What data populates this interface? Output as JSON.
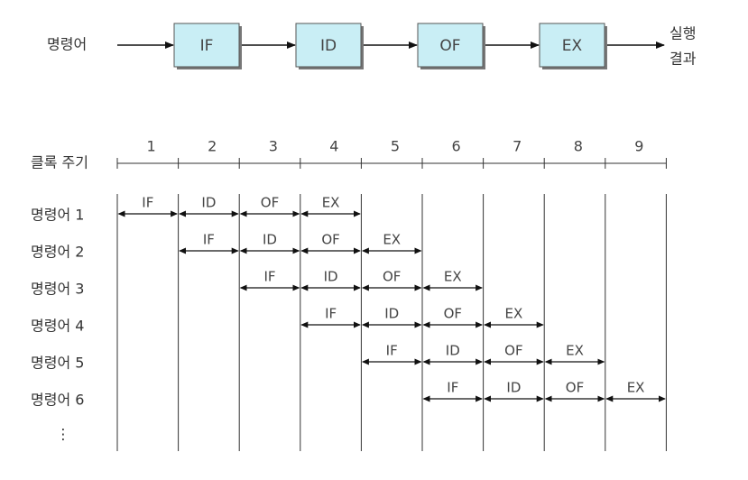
{
  "pipeline": {
    "input_label": "명령어",
    "stages": [
      "IF",
      "ID",
      "OF",
      "EX"
    ],
    "output_label_line1": "실행",
    "output_label_line2": "결과",
    "stage_fill": "#c9eef5"
  },
  "timing": {
    "axis_label": "클록 주기",
    "clock_ticks": [
      "1",
      "2",
      "3",
      "4",
      "5",
      "6",
      "7",
      "8",
      "9"
    ],
    "instructions": [
      {
        "label": "명령어 1",
        "start": 0
      },
      {
        "label": "명령어 2",
        "start": 1
      },
      {
        "label": "명령어 3",
        "start": 2
      },
      {
        "label": "명령어 4",
        "start": 3
      },
      {
        "label": "명령어 5",
        "start": 4
      },
      {
        "label": "명령어 6",
        "start": 5
      }
    ],
    "ellipsis": "⋮"
  }
}
